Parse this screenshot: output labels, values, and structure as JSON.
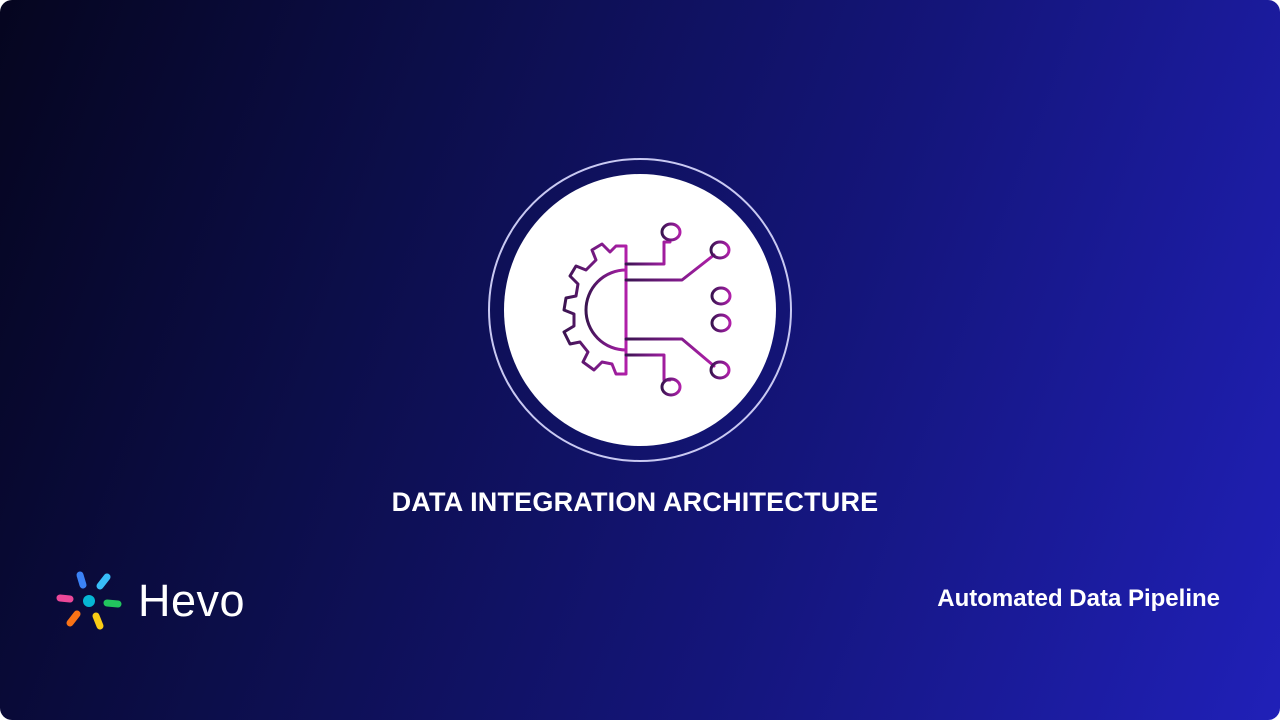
{
  "title": "DATA INTEGRATION ARCHITECTURE",
  "brand": {
    "name": "Hevo",
    "logo_icon": "hevo-starburst-logo",
    "logo_colors": [
      "#3b82f6",
      "#38bdf8",
      "#22c55e",
      "#facc15",
      "#f97316",
      "#ec4899",
      "#06b6d4"
    ]
  },
  "tagline": "Automated Data Pipeline",
  "hero_icon": "gear-circuit-icon",
  "colors": {
    "gradient_start": "#05051f",
    "gradient_end": "#2020b8",
    "icon_stroke_dark": "#3a1450",
    "icon_stroke_accent": "#a21c9f",
    "text": "#ffffff"
  }
}
